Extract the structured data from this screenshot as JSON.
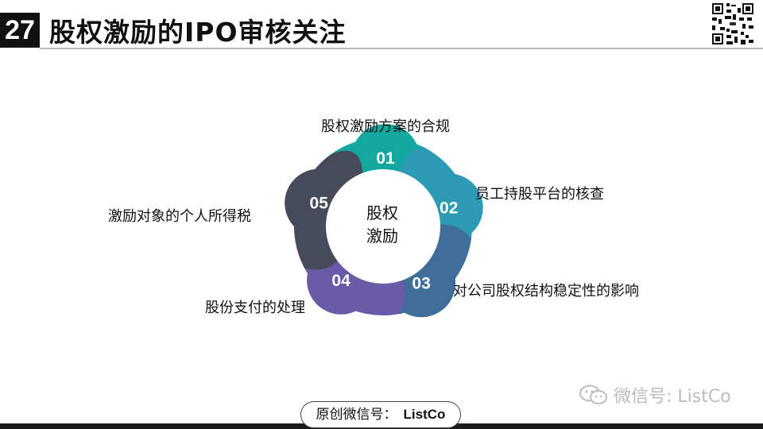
{
  "slide": {
    "number": "27",
    "title": "股权激励的IPO审核关注"
  },
  "diagram": {
    "center": "股权激励",
    "segments": [
      {
        "number": "01",
        "label": "股权激励方案的合规",
        "color": "#12a8a0"
      },
      {
        "number": "02",
        "label": "员工持股平台的核查",
        "color": "#2e9bb4"
      },
      {
        "number": "03",
        "label": "对公司股权结构稳定性的影响",
        "color": "#3f6e9a"
      },
      {
        "number": "04",
        "label": "股份支付的处理",
        "color": "#6a5ba6"
      },
      {
        "number": "05",
        "label": "激励对象的个人所得税",
        "color": "#464a5a"
      }
    ]
  },
  "watermark": {
    "text": "微信号: ListCo",
    "icon": "wechat-icon"
  },
  "footer": {
    "source_prefix": "原创微信号：",
    "source_name": "ListCo"
  },
  "qr": {
    "icon": "qr-code-icon"
  }
}
